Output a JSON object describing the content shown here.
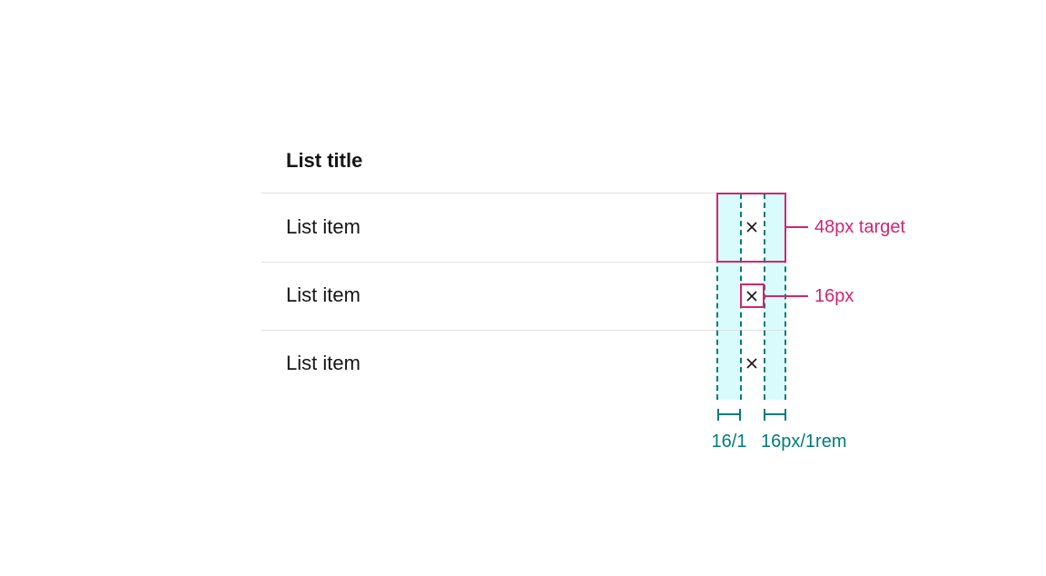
{
  "list": {
    "title": "List title",
    "items": [
      {
        "label": "List item",
        "action_icon": "close-icon"
      },
      {
        "label": "List item",
        "action_icon": "close-icon"
      },
      {
        "label": "List item",
        "action_icon": "close-icon"
      }
    ]
  },
  "annotations": {
    "target_label": "48px target",
    "icon_label": "16px",
    "left_measure_label": "16/1",
    "right_measure_label": "16px/1rem"
  },
  "colors": {
    "annotation_magenta": "#d02670",
    "annotation_teal": "#007d79",
    "padding_fill_cyan": "#d9fbfb",
    "divider_gray": "#e0e0e0",
    "text_black": "#161616"
  }
}
